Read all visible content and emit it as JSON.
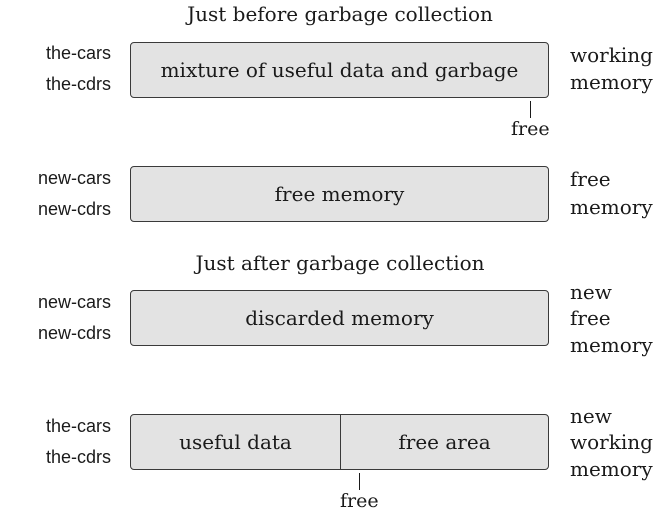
{
  "before": {
    "title": "Just before garbage collection",
    "working": {
      "left_labels": [
        "the-cars",
        "the-cdrs"
      ],
      "box_text": "mixture of useful data and garbage",
      "right_labels": [
        "working",
        "memory"
      ],
      "pointer_label": "free"
    },
    "free": {
      "left_labels": [
        "new-cars",
        "new-cdrs"
      ],
      "box_text": "free memory",
      "right_labels": [
        "free",
        "memory"
      ]
    }
  },
  "after": {
    "title": "Just after garbage collection",
    "discarded": {
      "left_labels": [
        "new-cars",
        "new-cdrs"
      ],
      "box_text": "discarded memory",
      "right_labels": [
        "new",
        "free",
        "memory"
      ]
    },
    "working": {
      "left_labels": [
        "the-cars",
        "the-cdrs"
      ],
      "left_section": "useful data",
      "right_section": "free area",
      "right_labels": [
        "new",
        "working",
        "memory"
      ],
      "pointer_label": "free"
    }
  }
}
